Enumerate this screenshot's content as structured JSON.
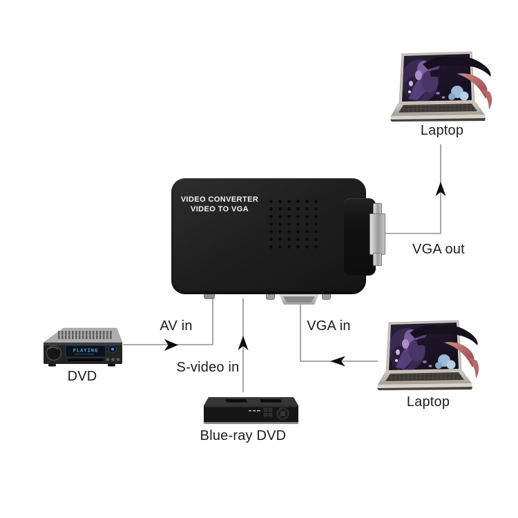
{
  "colors": {
    "bg": "#ffffff",
    "converter-body": "#1f1f1f",
    "converter-text": "#f5f5f5",
    "line": "#8f8f8f",
    "arrow": "#0d0d0d",
    "label-text": "#1c1c1c",
    "display-text": "#5aa7dc",
    "metal": "#c0c0c0"
  },
  "converter": {
    "title_line1": "VIDEO CONVERTER",
    "title_line2": "VIDEO TO VGA"
  },
  "connections": {
    "av_in": "AV in",
    "s_video_in": "S-video in",
    "vga_in": "VGA in",
    "vga_out": "VGA out"
  },
  "devices": {
    "laptop_top": {
      "label": "Laptop"
    },
    "laptop_bottom": {
      "label": "Laptop"
    },
    "dvd": {
      "label": "DVD",
      "display_text": "PLAYING"
    },
    "bluray": {
      "label": "Blue-ray DVD"
    }
  }
}
